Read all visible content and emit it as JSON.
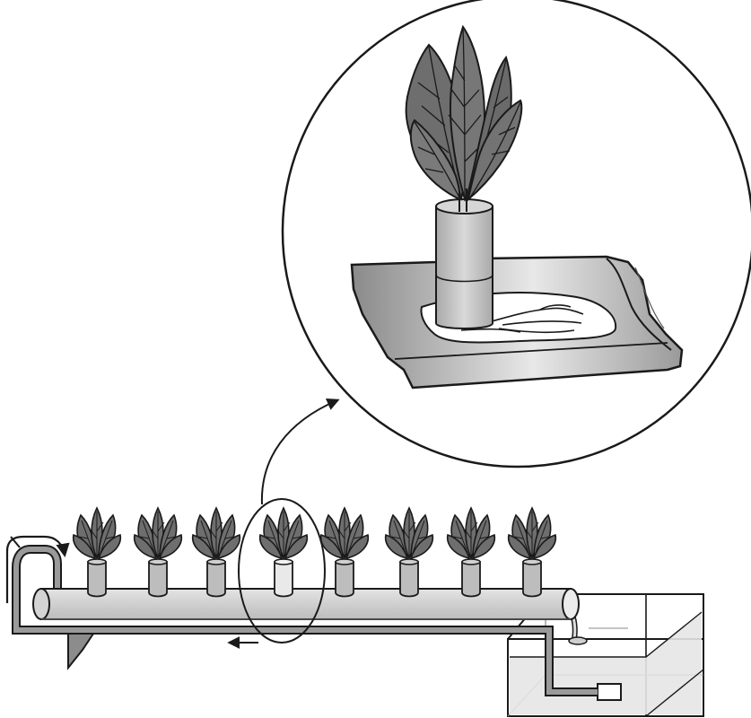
{
  "diagram": {
    "background": "#ffffff",
    "outline_color": "#1a1a1a",
    "leaf_color": "#6e6e6e",
    "pipe_color": "#d2d2d2",
    "pot_color": "#bdbdbd",
    "water_color": "#e6e6e6",
    "plant_count": 8,
    "highlighted_plant_index": 3,
    "icons": [
      "magnify-circle",
      "curved-arrow",
      "flow-arrow-left",
      "return-arrow",
      "pump"
    ]
  }
}
